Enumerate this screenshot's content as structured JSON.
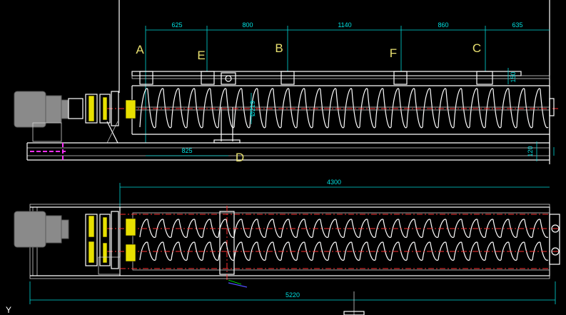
{
  "top_view": {
    "dimensions": [
      "625",
      "800",
      "1140",
      "860",
      "635"
    ],
    "section_labels": [
      "A",
      "E",
      "B",
      "F",
      "C"
    ],
    "label_d": "D",
    "dim_825": "825",
    "dim_150": "150",
    "dim_120": "120",
    "dim_5220": "5220"
  },
  "bottom_view": {
    "dim_4300": "4300"
  },
  "axis_label": "Y",
  "colors": {
    "background": "#000000",
    "dimension": "#00e0e0",
    "label": "#e8e070",
    "outline": "#ffffff",
    "centerline": "#ff3030",
    "coupling": "#e8e000",
    "motor": "#8a8a8a"
  }
}
